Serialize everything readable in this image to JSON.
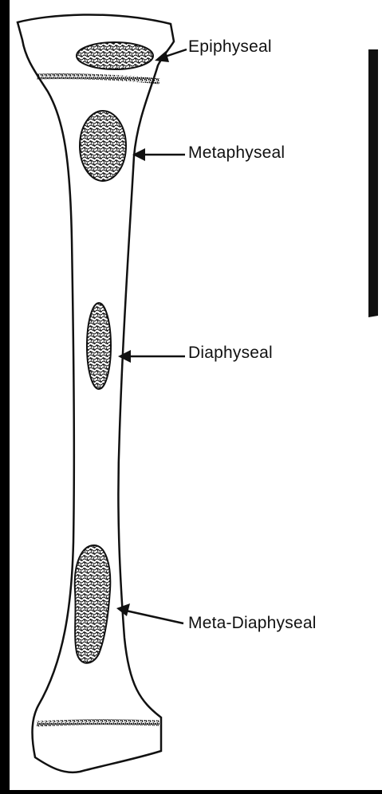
{
  "colors": {
    "frame": "#000000",
    "paper": "#ffffff",
    "ink": "#111111"
  },
  "labels": {
    "epiphyseal": "Epiphyseal",
    "metaphyseal": "Metaphyseal",
    "diaphyseal": "Diaphyseal",
    "meta_diaphyseal": "Meta-Diaphyseal"
  }
}
